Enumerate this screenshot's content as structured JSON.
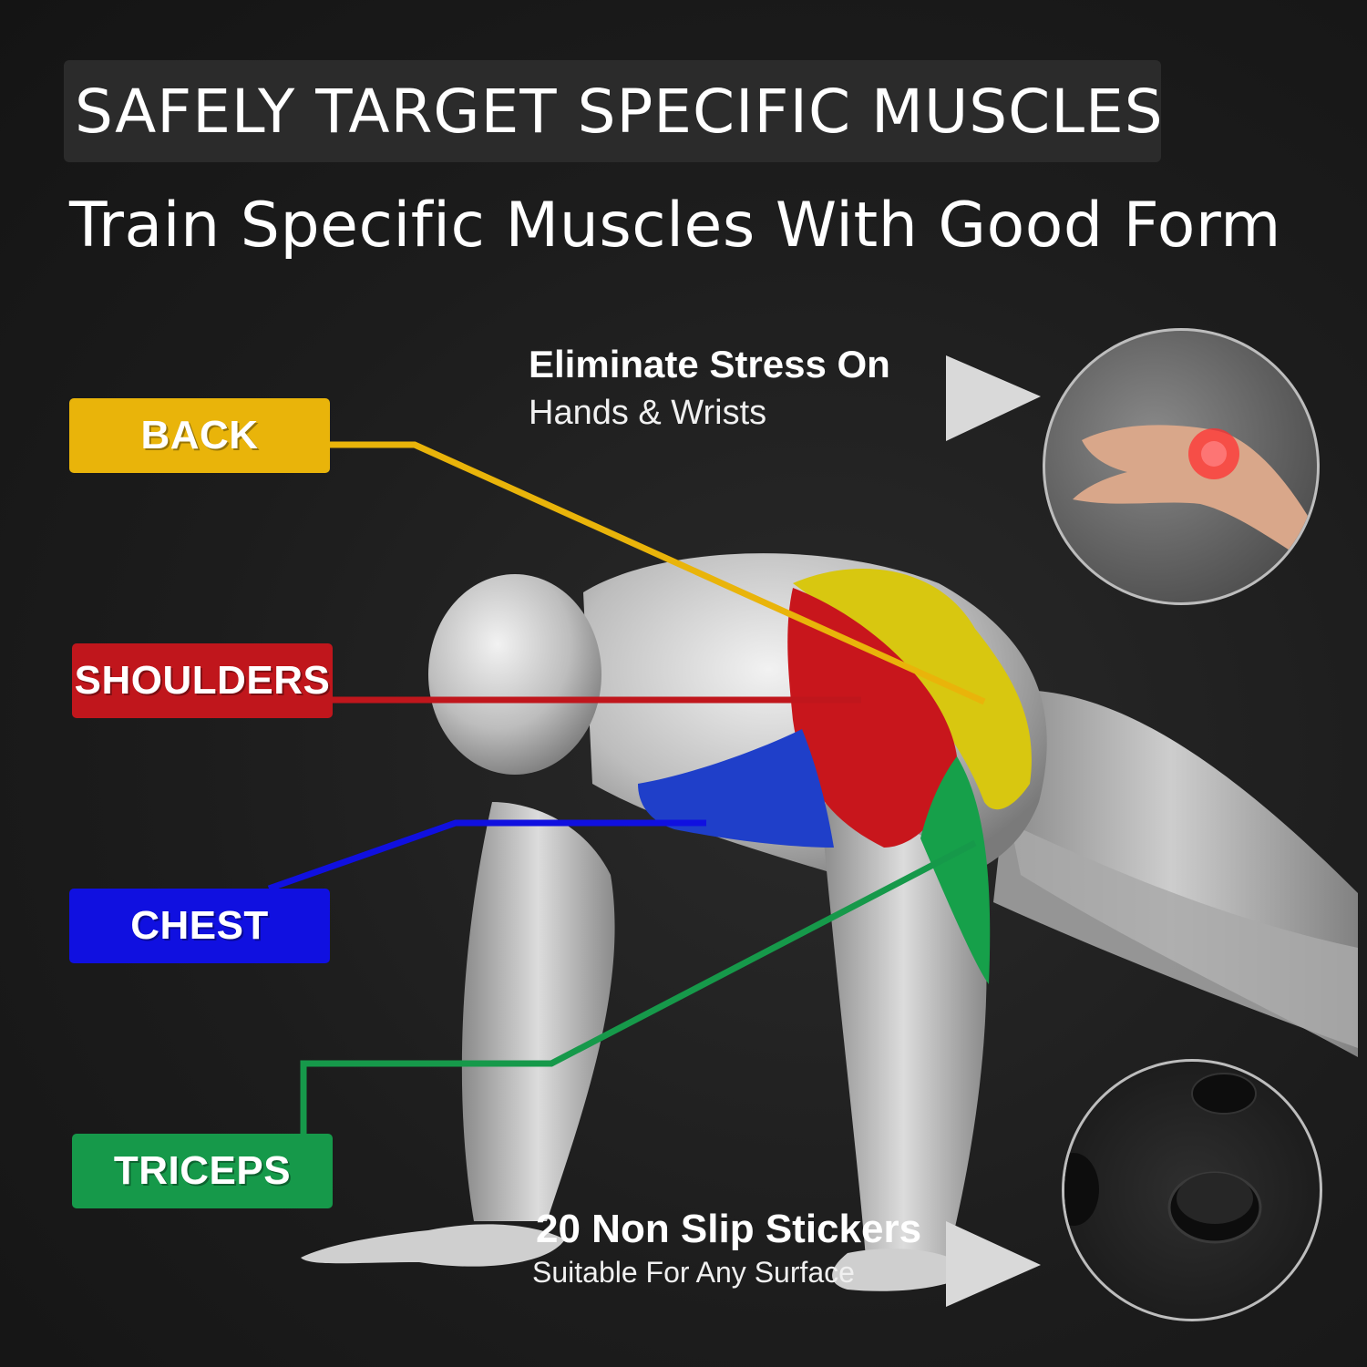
{
  "header": {
    "title": "SAFELY TARGET SPECIFIC MUSCLES",
    "subtitle": "Train Specific Muscles With Good Form"
  },
  "labels": [
    {
      "text": "BACK",
      "color": "#e9b40a"
    },
    {
      "text": "SHOULDERS",
      "color": "#c0161c"
    },
    {
      "text": "CHEST",
      "color": "#1010e0"
    },
    {
      "text": "TRICEPS",
      "color": "#16994a"
    }
  ],
  "notes": {
    "stress_head": "Eliminate Stress On",
    "stress_sub": "Hands & Wrists",
    "stickers_head": "20 Non Slip Stickers",
    "stickers_sub": "Suitable For Any Surface"
  },
  "icons": {
    "wrist_photo": "wrist-pain-photo-icon",
    "sticker_photo": "non-slip-sticker-photo-icon",
    "arrow": "play-arrow-icon"
  }
}
